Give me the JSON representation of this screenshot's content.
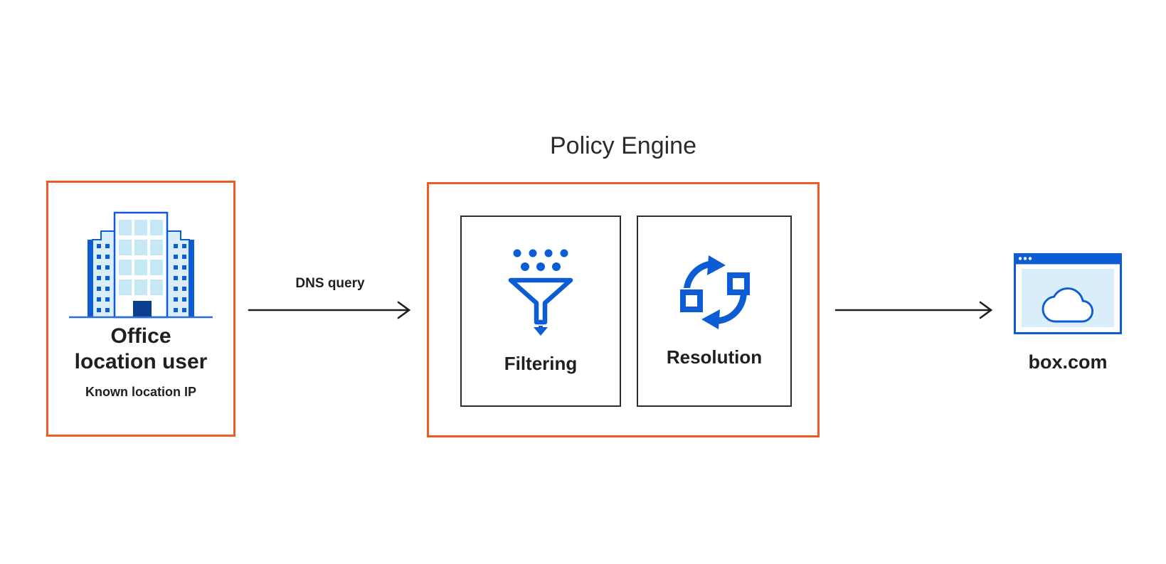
{
  "diagram": {
    "source": {
      "title_lines": [
        "Office",
        "location user"
      ],
      "title": "Office location user",
      "subtitle": "Known location IP",
      "icon": "office-building-icon"
    },
    "flow_dns": {
      "label": "DNS query"
    },
    "policy_engine": {
      "title": "Policy Engine",
      "modules": [
        {
          "label": "Filtering",
          "icon": "funnel-icon"
        },
        {
          "label": "Resolution",
          "icon": "sync-icon"
        }
      ]
    },
    "destination": {
      "label": "box.com",
      "icon": "browser-cloud-icon"
    }
  },
  "colors": {
    "accent-orange": "#EE5B25",
    "icon-blue": "#0B5CD5",
    "light-blue-fill": "#D9EEF9",
    "window-blue": "#C5E8F7",
    "door-navy": "#0B3E8C",
    "module-border": "#2D2D2D",
    "text-dark": "#1F1F1F",
    "arrow-black": "#1E1E1E"
  }
}
